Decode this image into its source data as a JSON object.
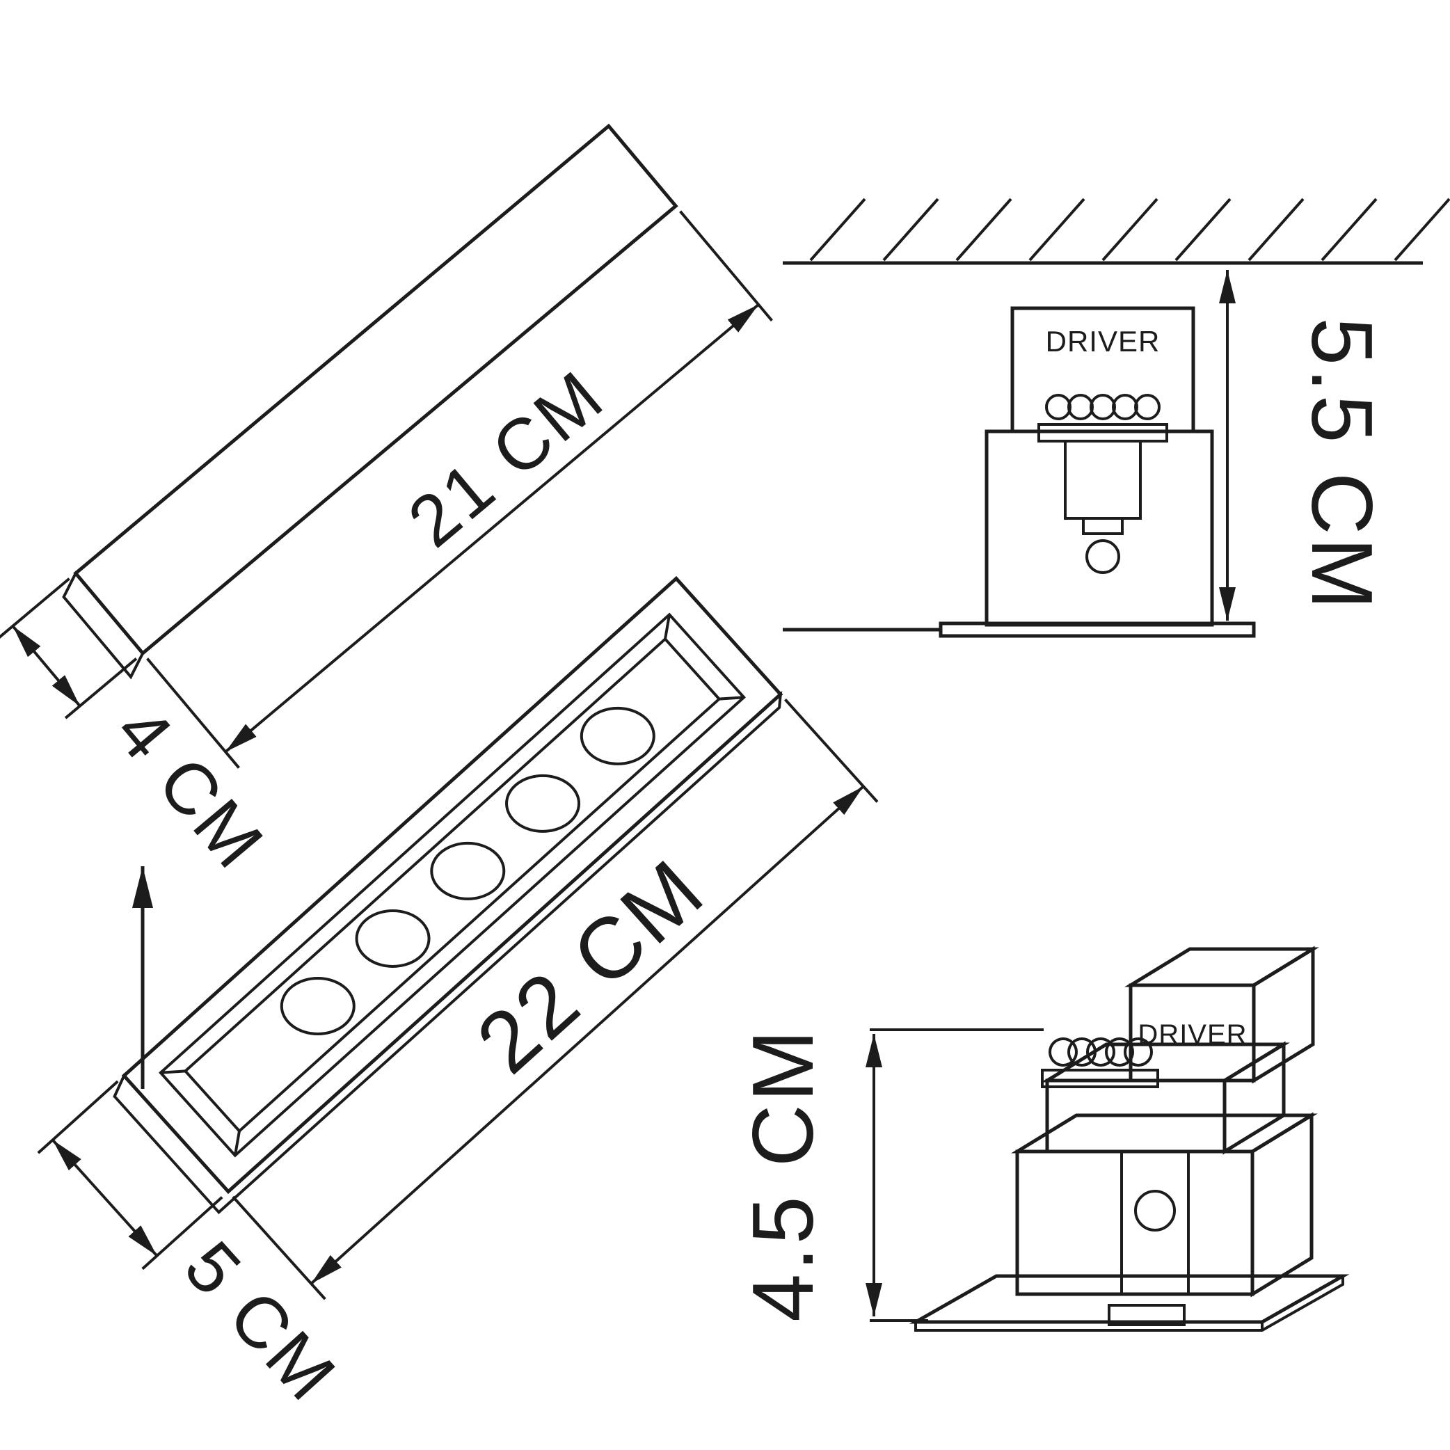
{
  "page": {
    "background_color": "#ffffff",
    "line_color": "#1c1c1c",
    "description_labels": {
      "top_view_length": "21 CM",
      "top_view_width": "4 CM",
      "face_view_length": "22 CM",
      "face_view_width": "5 CM",
      "section_depth": "5.5 CM",
      "perspective_height": "4.5 CM",
      "section_driver": "DRIVER",
      "perspective_driver": "DRIVER"
    }
  },
  "top_view": {
    "length_label": "21 CM",
    "width_label": "4 CM"
  },
  "face_view": {
    "length_label": "22 CM",
    "width_label": "5 CM",
    "led_count": 5
  },
  "section_view": {
    "driver_label": "DRIVER",
    "depth_label": "5.5 CM"
  },
  "perspective_view": {
    "driver_label": "DRIVER",
    "height_label": "4.5 CM"
  }
}
